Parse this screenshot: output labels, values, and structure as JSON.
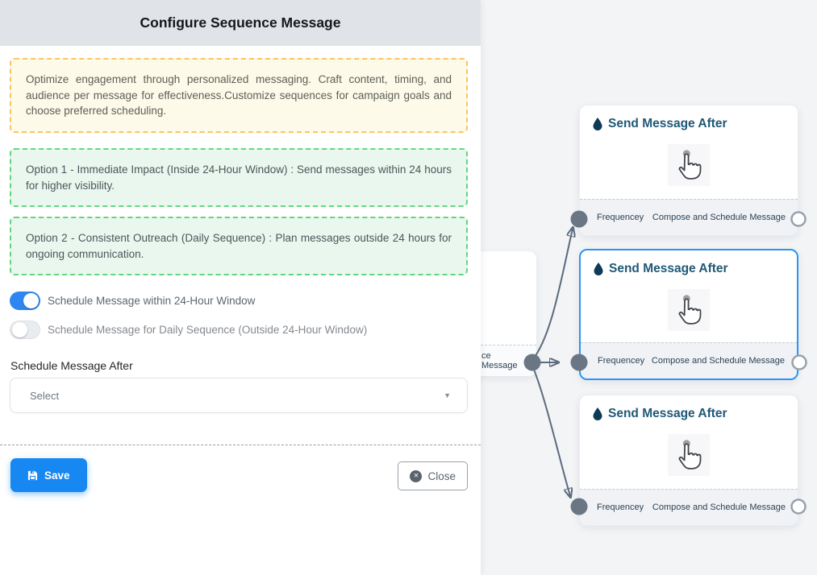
{
  "dialog": {
    "title": "Configure Sequence Message",
    "intro": "Optimize engagement through personalized messaging. Craft content, timing, and audience per message for effectiveness.Customize sequences for campaign goals and choose preferred scheduling.",
    "option1": "Option 1 - Immediate Impact (Inside 24-Hour Window) : Send messages within 24 hours for higher visibility.",
    "option2": "Option 2 - Consistent Outreach (Daily Sequence) : Plan messages outside 24 hours for ongoing communication.",
    "toggles": [
      {
        "label": "Schedule Message within 24-Hour Window",
        "state": "on"
      },
      {
        "label": "Schedule Message for Daily Sequence (Outside 24-Hour Window)",
        "state": "off"
      }
    ],
    "schedule_after": {
      "label": "Schedule Message After",
      "value": "Select"
    },
    "save_label": "Save",
    "close_label": "Close"
  },
  "flow": {
    "source_card": {
      "footer_text": "ce Message"
    },
    "cards": [
      {
        "title": "Send Message After",
        "input_label": "Frequencey",
        "output_label": "Compose and Schedule Message",
        "selected": false
      },
      {
        "title": "Send Message After",
        "input_label": "Frequencey",
        "output_label": "Compose and Schedule Message",
        "selected": true
      },
      {
        "title": "Send Message After",
        "input_label": "Frequencey",
        "output_label": "Compose and Schedule Message",
        "selected": false
      }
    ]
  },
  "colors": {
    "accent_blue": "#1787f2",
    "toggle_on": "#2e86f0",
    "selected_border": "#2b95f4",
    "amber_border": "#fcc45f",
    "green_border": "#62d77e",
    "edge": "#5b6b7d",
    "node_title": "#1f5876",
    "header_bg": "#e0e3e8",
    "canvas_bg": "#f2f4f6"
  }
}
